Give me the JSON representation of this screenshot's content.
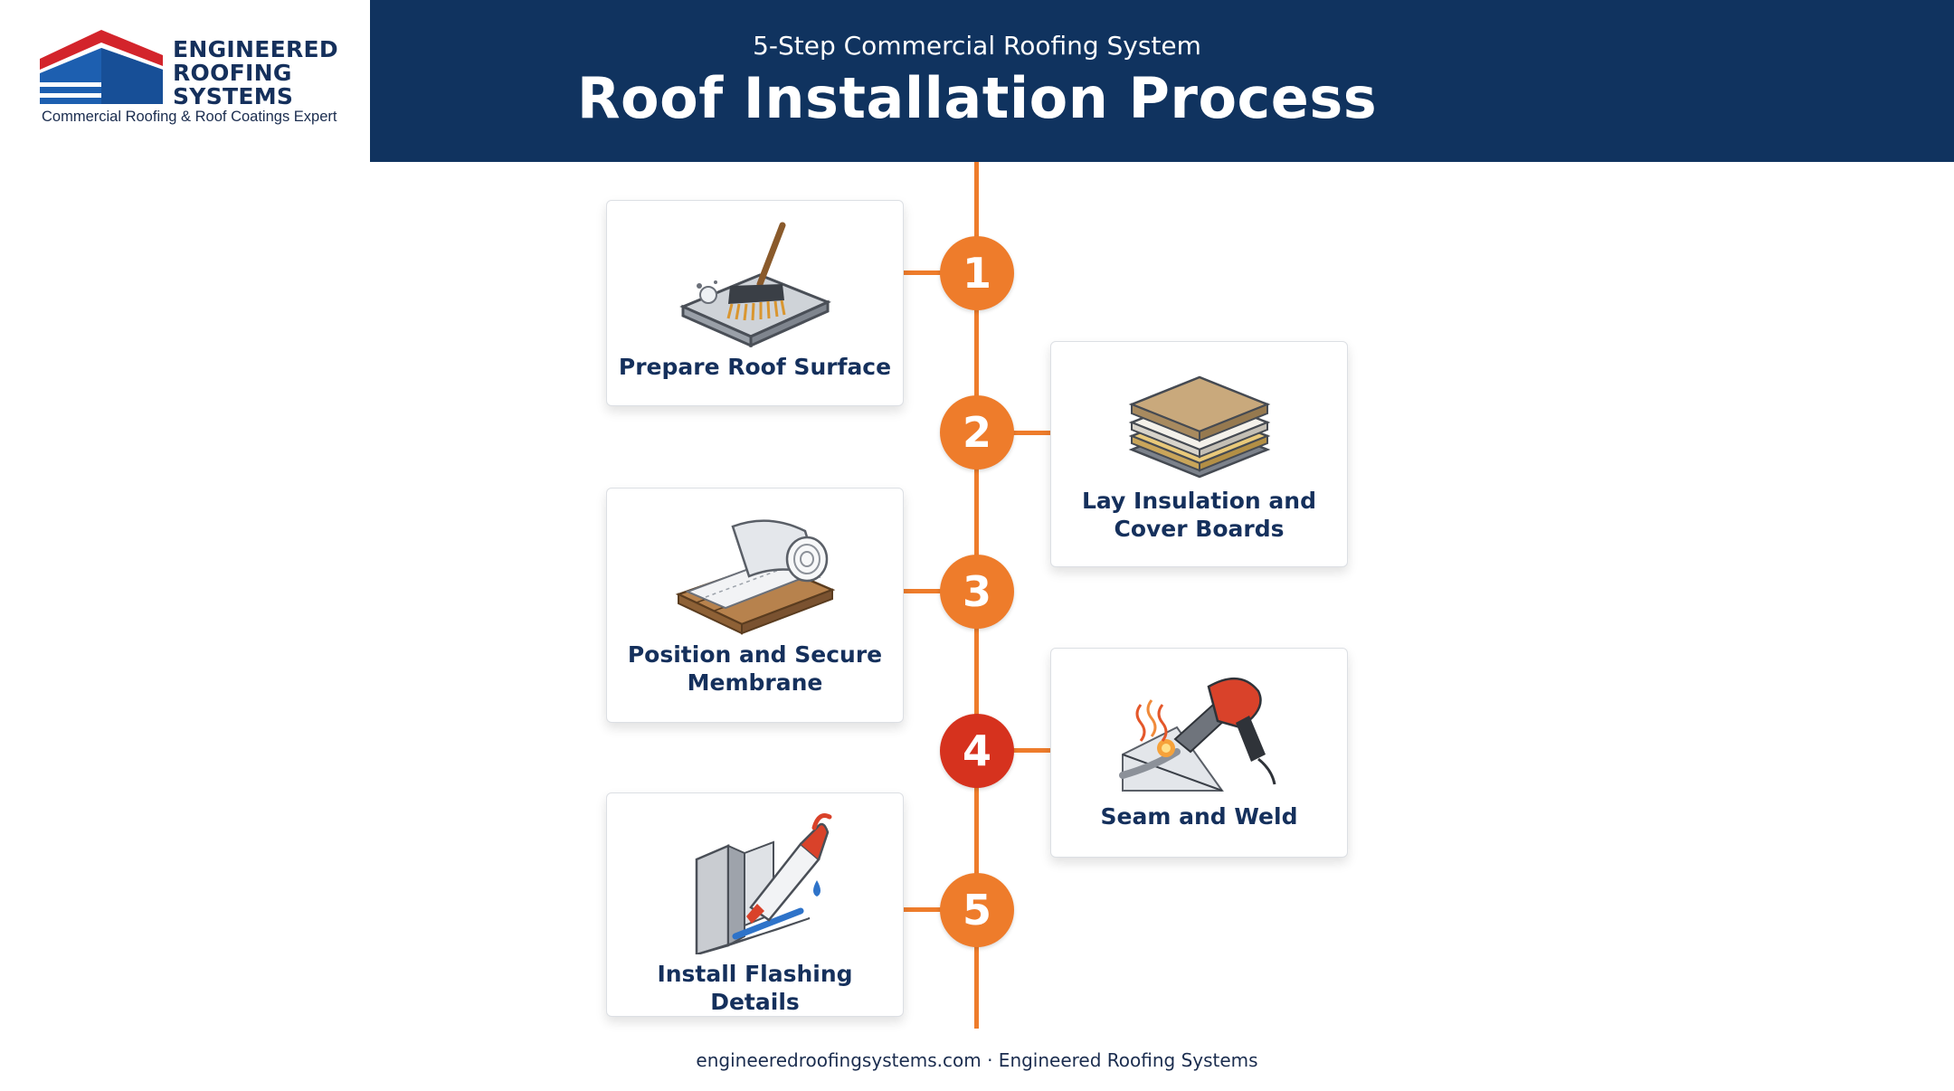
{
  "brand": {
    "name_line1": "ENGINEERED",
    "name_line2": "ROOFING",
    "name_line3": "SYSTEMS",
    "tagline": "Commercial Roofing & Roof Coatings Expert",
    "colors": {
      "red": "#d3242b",
      "blue": "#1d5fb0",
      "navy": "#15305c"
    }
  },
  "header": {
    "subtitle": "5-Step Commercial Roofing System",
    "title": "Roof Installation Process",
    "background": "#10335f"
  },
  "timeline": {
    "accent": "#ee7c2b",
    "highlight": "#d6321e",
    "steps": [
      {
        "number": "1",
        "label": "Prepare Roof Surface",
        "icon": "broom-sweeping-icon",
        "side": "left"
      },
      {
        "number": "2",
        "label": "Lay Insulation and Cover Boards",
        "icon": "insulation-layers-icon",
        "side": "right"
      },
      {
        "number": "3",
        "label": "Position and Secure Membrane",
        "icon": "membrane-roll-icon",
        "side": "left"
      },
      {
        "number": "4",
        "label": "Seam and Weld",
        "icon": "heat-gun-icon",
        "side": "right"
      },
      {
        "number": "5",
        "label": "Install Flashing Details",
        "icon": "caulk-gun-flashing-icon",
        "side": "left"
      }
    ]
  },
  "footer": {
    "text": "engineeredroofingsystems.com · Engineered Roofing Systems"
  }
}
